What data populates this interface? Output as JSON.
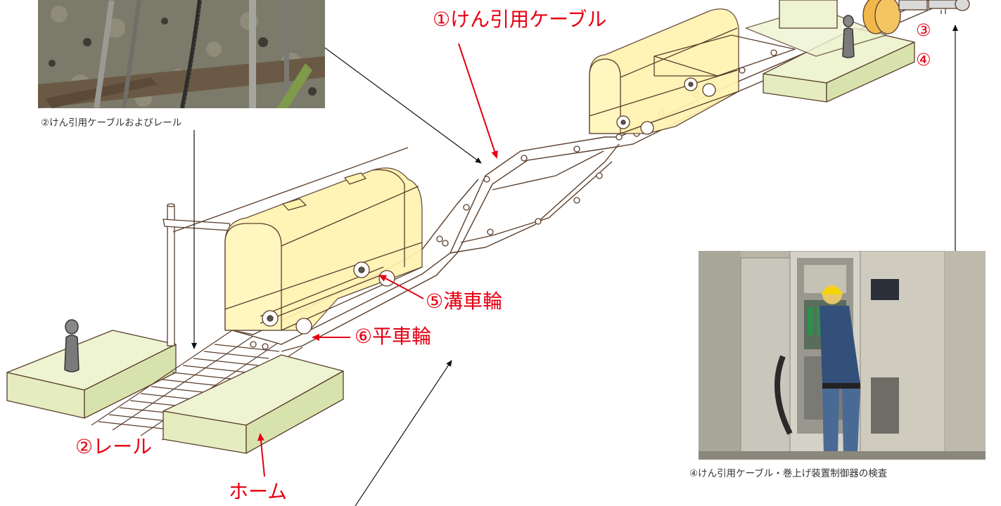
{
  "labels": {
    "cable_main": "①けん引用ケーブル",
    "num3": "③",
    "num4": "④",
    "groove_wheel": "⑤溝車輪",
    "flat_wheel": "⑥平車輪",
    "rail": "②レール",
    "platform": "ホーム"
  },
  "captions": {
    "photo_rail": "②けん引用ケーブルおよびレール",
    "photo_inspection": "④けん引用ケーブル・巻上げ装置制御器の検査"
  },
  "colors": {
    "label_red": "#e60012",
    "car_fill": "#fff3b0",
    "platform_fill": "#e9f0c8",
    "line_brown": "#5a3e2b"
  }
}
